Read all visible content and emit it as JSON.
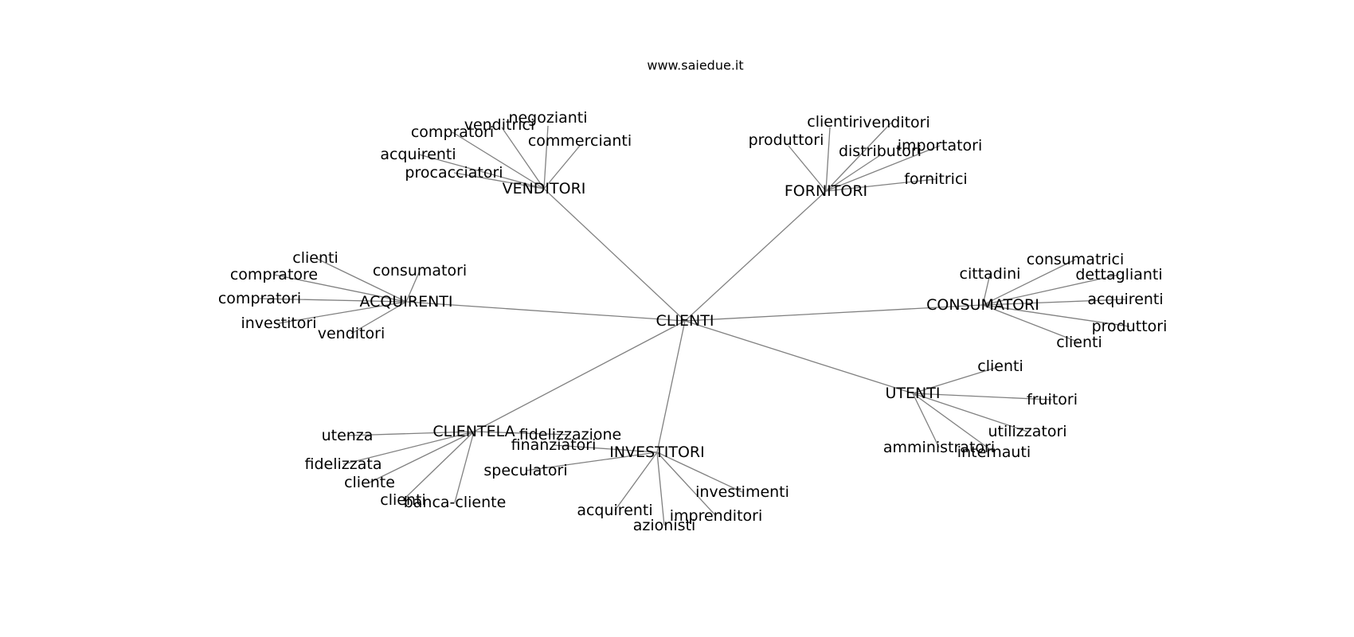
{
  "header": {
    "site": "www.saiedue.it"
  },
  "graph": {
    "root": "CLIENTI",
    "groups": [
      {
        "id": "VENDITORI",
        "label": "VENDITORI",
        "children": [
          "negozianti",
          "venditrici",
          "compratori",
          "commercianti",
          "acquirenti",
          "procacciatori"
        ]
      },
      {
        "id": "FORNITORI",
        "label": "FORNITORI",
        "children": [
          "clienti",
          "rivenditori",
          "produttori",
          "importatori",
          "distributori",
          "fornitrici"
        ]
      },
      {
        "id": "ACQUIRENTI",
        "label": "ACQUIRENTI",
        "children": [
          "clienti",
          "compratore",
          "consumatori",
          "compratori",
          "investitori",
          "venditori"
        ]
      },
      {
        "id": "CONSUMATORI",
        "label": "CONSUMATORI",
        "children": [
          "consumatrici",
          "cittadini",
          "dettaglianti",
          "acquirenti",
          "produttori",
          "clienti"
        ]
      },
      {
        "id": "UTENTI",
        "label": "UTENTI",
        "children": [
          "clienti",
          "fruitori",
          "utilizzatori",
          "amministratori",
          "internauti"
        ]
      },
      {
        "id": "CLIENTELA",
        "label": "CLIENTELA",
        "children": [
          "utenza",
          "fidelizzazione",
          "fidelizzata",
          "cliente",
          "clienti",
          "banca-cliente"
        ]
      },
      {
        "id": "INVESTITORI",
        "label": "INVESTITORI",
        "children": [
          "finanziatori",
          "speculatori",
          "investimenti",
          "acquirenti",
          "imprenditori",
          "azionisti"
        ]
      }
    ]
  }
}
